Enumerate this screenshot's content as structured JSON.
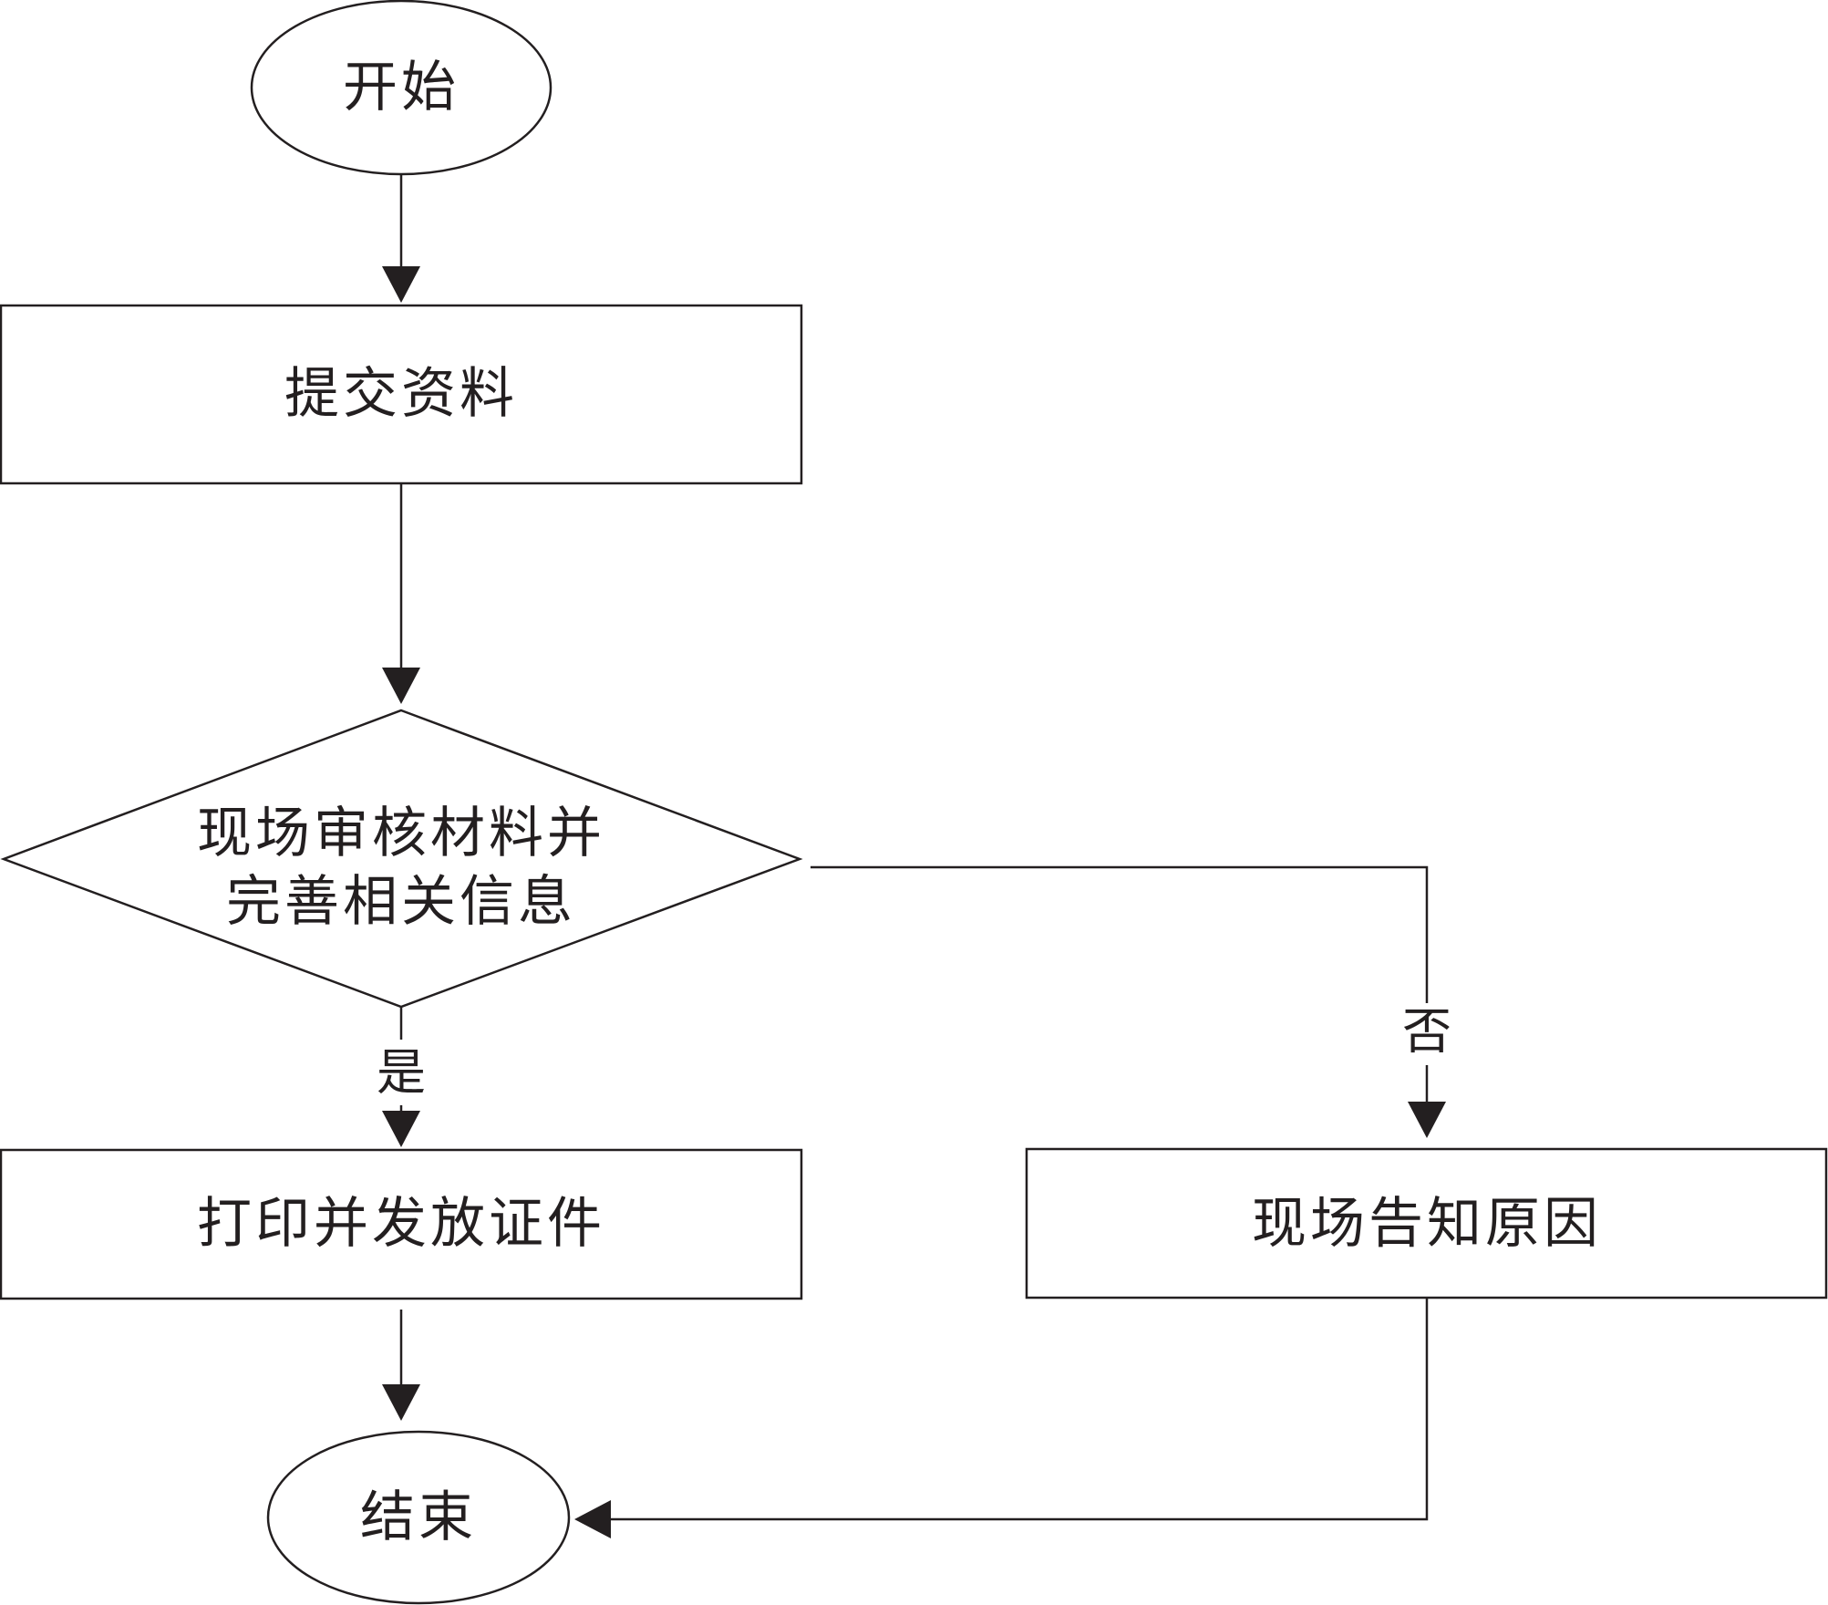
{
  "flowchart": {
    "start": {
      "label": "开始"
    },
    "submit": {
      "label": "提交资料"
    },
    "review": {
      "line1": "现场审核材料并",
      "line2": "完善相关信息"
    },
    "print": {
      "label": "打印并发放证件"
    },
    "notify": {
      "label": "现场告知原因"
    },
    "end": {
      "label": "结束"
    },
    "edges": {
      "yes": "是",
      "no": "否"
    }
  }
}
